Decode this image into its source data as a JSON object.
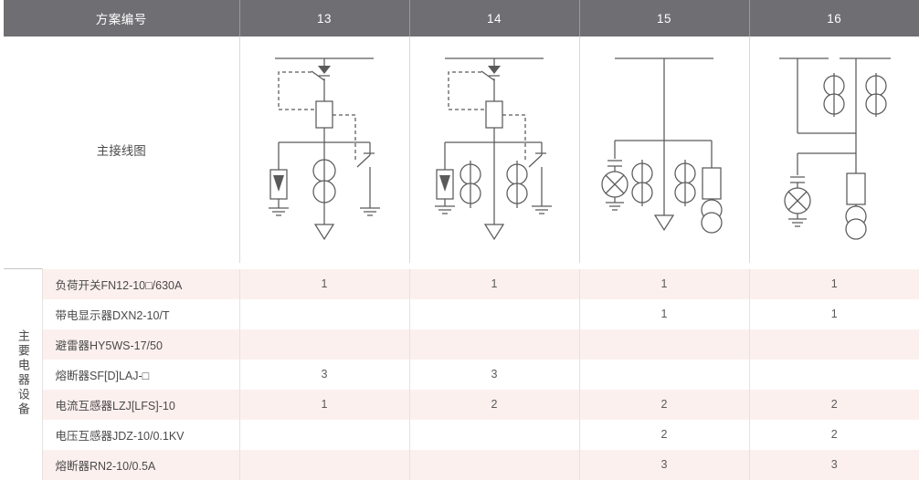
{
  "header": {
    "scheme_label": "方案编号",
    "columns": [
      "13",
      "14",
      "15",
      "16"
    ]
  },
  "diagram_row": {
    "title": "主接线图"
  },
  "device_group": {
    "vertical_label": "主要电器设备"
  },
  "rows": [
    {
      "label": "负荷开关FN12-10□/630A",
      "values": [
        "1",
        "1",
        "1",
        "1"
      ]
    },
    {
      "label": "带电显示器DXN2-10/T",
      "values": [
        "",
        "",
        "1",
        "1"
      ]
    },
    {
      "label": "避雷器HY5WS-17/50",
      "values": [
        "",
        "",
        "",
        ""
      ]
    },
    {
      "label": "熔断器SF[D]LAJ-□",
      "values": [
        "3",
        "3",
        "",
        ""
      ]
    },
    {
      "label": "电流互感器LZJ[LFS]-10",
      "values": [
        "1",
        "2",
        "2",
        "2"
      ]
    },
    {
      "label": "电压互感器JDZ-10/0.1KV",
      "values": [
        "",
        "",
        "2",
        "2"
      ]
    },
    {
      "label": "熔断器RN2-10/0.5A",
      "values": [
        "",
        "",
        "3",
        "3"
      ]
    }
  ],
  "colors": {
    "header_bg": "#6e6e73",
    "header_text": "#ffffff",
    "stripe_pink": "#fcf0ee",
    "stripe_white": "#ffffff",
    "line": "#5a5a5a",
    "border": "#dcd8d8"
  },
  "diagram_symbols": {
    "busbar": "busbar",
    "load_switch": "load-switch",
    "fuse": "fuse",
    "surge_arrester": "surge-arrester",
    "current_transformer": "current-transformer",
    "voltage_transformer": "voltage-transformer",
    "earthing_switch": "earthing-switch",
    "voltage_indicator": "voltage-indicator",
    "cable_outlet": "cable-outlet",
    "ground": "ground"
  }
}
